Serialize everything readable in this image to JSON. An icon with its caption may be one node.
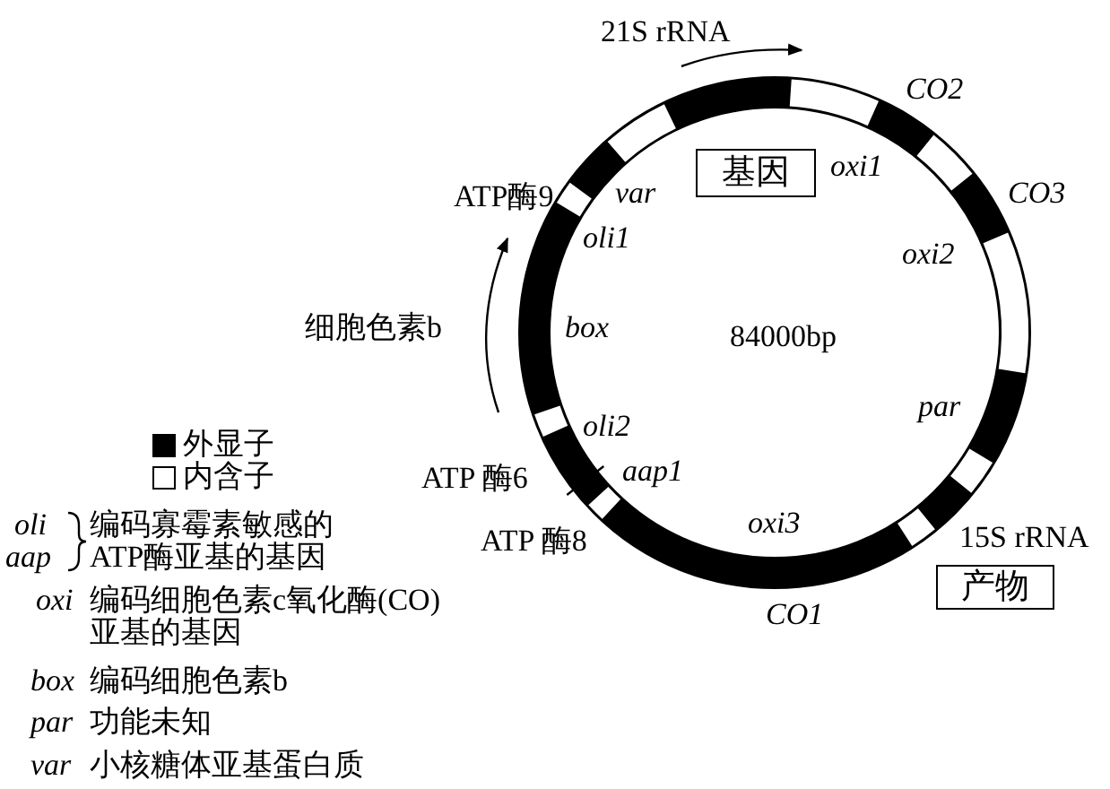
{
  "diagram": {
    "nodes": [
      {
        "text": [
          "基因"
        ]
      },
      {
        "text": [
          "产物"
        ]
      }
    ],
    "labels": [
      "21S rRNA",
      "CO2",
      "oxi1",
      "ATP酶9",
      "var",
      "CO3",
      "oli1",
      "oxi2",
      "细胞色素b",
      "box",
      "84000bp",
      "par",
      "oli2",
      "ATP 酶6",
      "aap1",
      "oxi3",
      "ATP 酶8",
      "15S rRNA",
      "CO1",
      "oli",
      "编码寡霉素敏感的ATP酶亚基的基因",
      "aap",
      "oxi",
      "编码细胞色素c氧化酶(CO)亚基的基因",
      "box",
      "编码细胞色素b",
      "par",
      "功能未知",
      "var",
      "小核糖体亚基蛋白质"
    ],
    "legend": [
      {
        "text": "外显子",
        "color": "#000000"
      },
      {
        "text": "内含子",
        "color": "#ffffff"
      }
    ]
  }
}
